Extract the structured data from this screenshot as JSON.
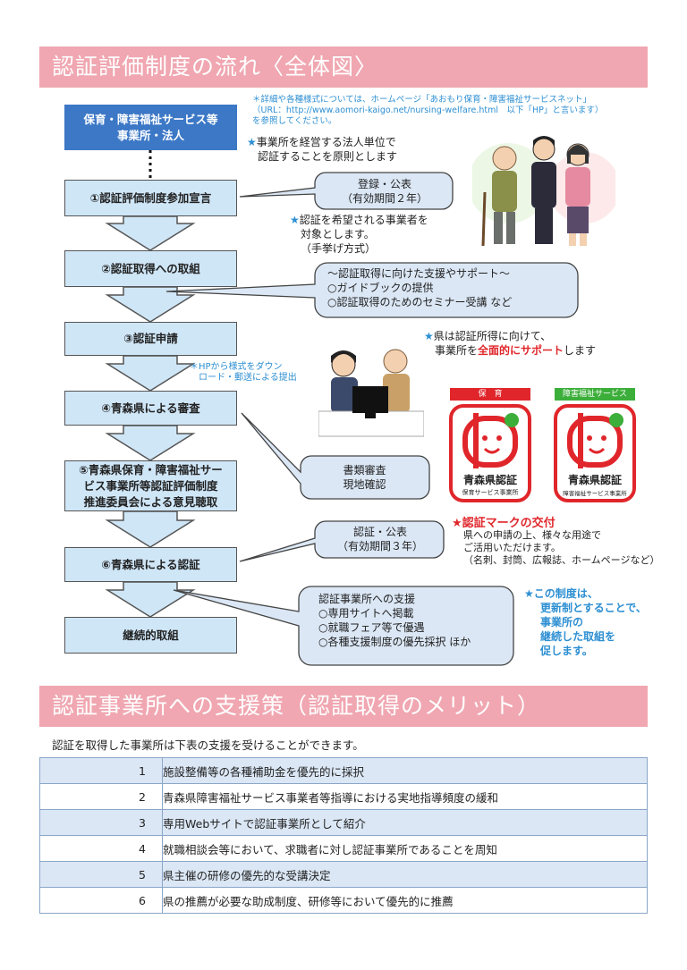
{
  "section1": {
    "title": "認証評価制度の流れ〈全体図〉",
    "note_lines": [
      "＊詳細や各種様式については、ホームページ「あおもり保育・障害福祉サービスネット」",
      "（URL：http://www.aomori-kaigo.net/nursing-welfare.html　以下「HP」と言います）",
      "を参照してください。"
    ]
  },
  "flow": {
    "top_box": [
      "保育・障害福祉サービス等",
      "事業所・法人"
    ],
    "steps": [
      [
        "①認証評価制度参加宣言"
      ],
      [
        "②認証取得への取組"
      ],
      [
        "③認証申請"
      ],
      [
        "④青森県による審査"
      ],
      [
        "⑤青森県保育・障害福祉サー",
        "ビス事業所等認証評価制度",
        "推進委員会による意見聴取"
      ],
      [
        "⑥青森県による認証"
      ],
      [
        "継続的取組"
      ]
    ]
  },
  "callouts": {
    "c1": [
      "登録・公表",
      "（有効期間２年）"
    ],
    "c2": [
      "～認証取得に向けた支援やサポート～",
      "○ガイドブックの提供",
      "○認証取得のためのセミナー受講 など"
    ],
    "c3": [
      "書類審査",
      "現地確認"
    ],
    "c4": [
      "認証・公表",
      "（有効期間３年）"
    ],
    "c5": [
      "認証事業所への支援",
      "○専用サイトへ掲載",
      "○就職フェア等で優遇",
      "○各種支援制度の優先採択 ほか"
    ]
  },
  "stars": {
    "s1": [
      "事業所を経営する法人単位で",
      "認証することを原則とします"
    ],
    "s2": [
      "認証を希望される事業者を",
      "対象とします。",
      "（手挙げ方式）"
    ],
    "s3_line1": "県は認証所得に向けて、",
    "s3_line2_a": "事業所を",
    "s3_line2_b": "全面的にサポート",
    "s3_line2_c": "します",
    "s4": [
      "この制度は、",
      "更新制とすることで、",
      "事業所の",
      "継続した取組を",
      "促します。"
    ],
    "star_symbol": "★"
  },
  "hp_note": [
    "＊HPから様式をダウン",
    "ロード・郵送による提出"
  ],
  "marks": {
    "mark1_header": "保　育",
    "mark1_title": "青森県認証",
    "mark1_sub": "保育サービス事業所",
    "mark2_header": "障害福祉サービス",
    "mark2_title": "青森県認証",
    "mark2_sub": "障害福祉サービス事業所",
    "delivery_title": "★認証マークの交付",
    "delivery_lines": [
      "県への申請の上、様々な用途で",
      "ご活用いただけます。",
      "（名刺、封筒、広報誌、ホームページなど）"
    ],
    "color_red": "#e0262b",
    "color_green": "#3cae3a"
  },
  "section2": {
    "title": "認証事業所への支援策（認証取得のメリット）",
    "intro": "認証を取得した事業所は下表の支援を受けることができます。",
    "rows": [
      {
        "num": "1",
        "text": "施設整備等の各種補助金を優先的に採択"
      },
      {
        "num": "2",
        "text": "青森県障害福祉サービス事業者等指導における実地指導頻度の緩和"
      },
      {
        "num": "3",
        "text": "専用Webサイトで認証事業所として紹介"
      },
      {
        "num": "4",
        "text": "就職相談会等において、求職者に対し認証事業所であることを周知"
      },
      {
        "num": "5",
        "text": "県主催の研修の優先的な受講決定"
      },
      {
        "num": "6",
        "text": "県の推薦が必要な助成制度、研修等において優先的に推薦"
      }
    ]
  }
}
